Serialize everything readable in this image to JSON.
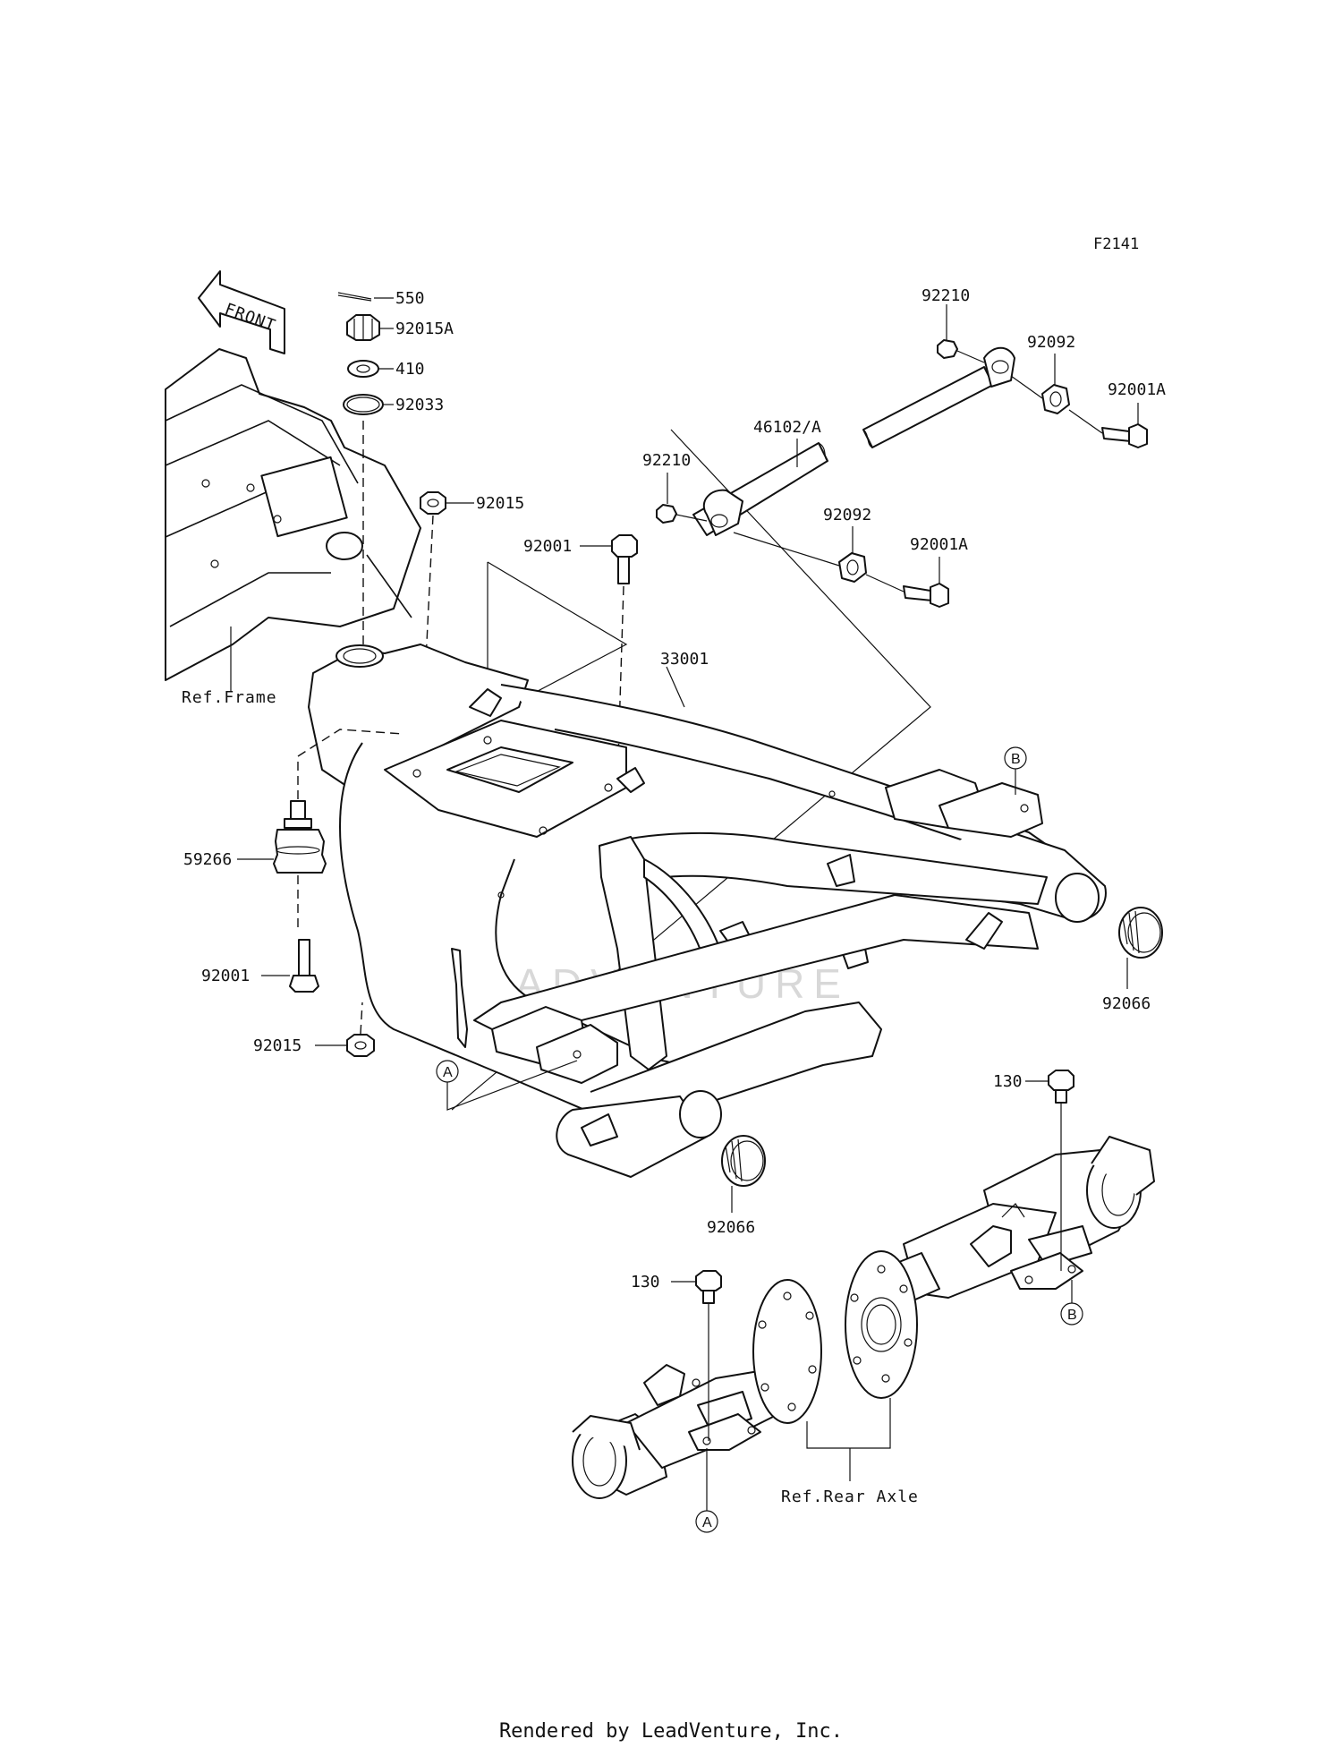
{
  "diagram_code": "F2141",
  "footer": "Rendered by LeadVenture, Inc.",
  "watermark": "LEADVENTURE",
  "front_label": "FRONT",
  "refs": {
    "frame": "Ref.Frame",
    "rear_axle": "Ref.Rear Axle"
  },
  "parts": {
    "p550": "550",
    "p92015A": "92015A",
    "p410": "410",
    "p92033": "92033",
    "p92015_top": "92015",
    "p92015_bottom": "92015",
    "p92001_top": "92001",
    "p92001_left": "92001",
    "p33001": "33001",
    "p59266": "59266",
    "p92066_right": "92066",
    "p92066_bottom": "92066",
    "p130_right": "130",
    "p130_left": "130",
    "p46102A": "46102/A",
    "p92210_top": "92210",
    "p92210_left": "92210",
    "p92092_top": "92092",
    "p92092_mid": "92092",
    "p92001A_top": "92001A",
    "p92001A_mid": "92001A"
  },
  "markers": {
    "a_frame": "A",
    "b_frame": "B",
    "a_axle": "A",
    "b_axle": "B"
  }
}
